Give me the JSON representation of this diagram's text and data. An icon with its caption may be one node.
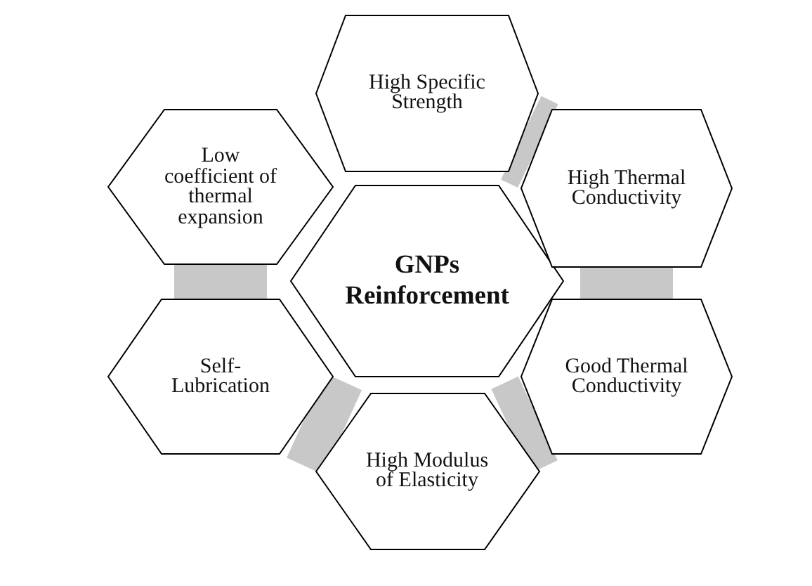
{
  "diagram": {
    "nodes": [
      {
        "text": [
          "GNPs Reinforcement"
        ]
      },
      {
        "text": [
          "High Specific Strength"
        ]
      },
      {
        "text": [
          "High Thermal Conductivity"
        ]
      },
      {
        "text": [
          "Good Thermal Conductivity"
        ]
      },
      {
        "text": [
          "High Modulus of Elasticity"
        ]
      },
      {
        "text": [
          "Self-Lubrication"
        ]
      },
      {
        "text": [
          "Low coefficient of thermal expansion"
        ]
      }
    ],
    "edges": [
      {
        "from": 1,
        "to": 2,
        "arrow": "none"
      },
      {
        "from": 2,
        "to": 3,
        "arrow": "none"
      },
      {
        "from": 3,
        "to": 4,
        "arrow": "none"
      },
      {
        "from": 4,
        "to": 5,
        "arrow": "none"
      },
      {
        "from": 5,
        "to": 6,
        "arrow": "none"
      }
    ]
  }
}
